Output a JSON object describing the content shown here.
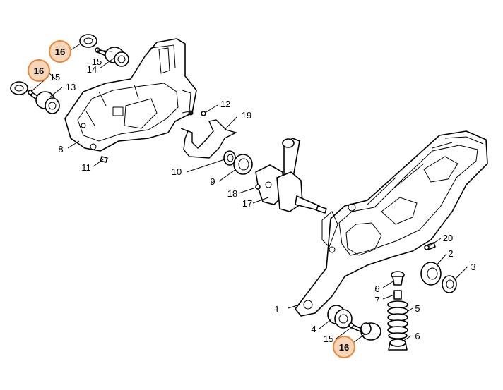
{
  "diagram": {
    "highlight_color": "#e8883a",
    "highlight_fill": "#f6d6b8",
    "callouts": [
      {
        "id": "c1",
        "text": "1"
      },
      {
        "id": "c2",
        "text": "2"
      },
      {
        "id": "c3",
        "text": "3"
      },
      {
        "id": "c4",
        "text": "4"
      },
      {
        "id": "c5",
        "text": "5"
      },
      {
        "id": "c6a",
        "text": "6"
      },
      {
        "id": "c6b",
        "text": "6"
      },
      {
        "id": "c7",
        "text": "7"
      },
      {
        "id": "c8",
        "text": "8"
      },
      {
        "id": "c9",
        "text": "9"
      },
      {
        "id": "c10",
        "text": "10"
      },
      {
        "id": "c11",
        "text": "11"
      },
      {
        "id": "c12",
        "text": "12"
      },
      {
        "id": "c13",
        "text": "13"
      },
      {
        "id": "c14",
        "text": "14"
      },
      {
        "id": "c15a",
        "text": "15"
      },
      {
        "id": "c15b",
        "text": "15"
      },
      {
        "id": "c15c",
        "text": "15"
      },
      {
        "id": "c16a",
        "text": "16",
        "highlighted": true
      },
      {
        "id": "c16b",
        "text": "16",
        "highlighted": true
      },
      {
        "id": "c16c",
        "text": "16",
        "highlighted": true
      },
      {
        "id": "c17",
        "text": "17"
      },
      {
        "id": "c18",
        "text": "18"
      },
      {
        "id": "c19",
        "text": "19"
      },
      {
        "id": "c20",
        "text": "20"
      }
    ]
  }
}
